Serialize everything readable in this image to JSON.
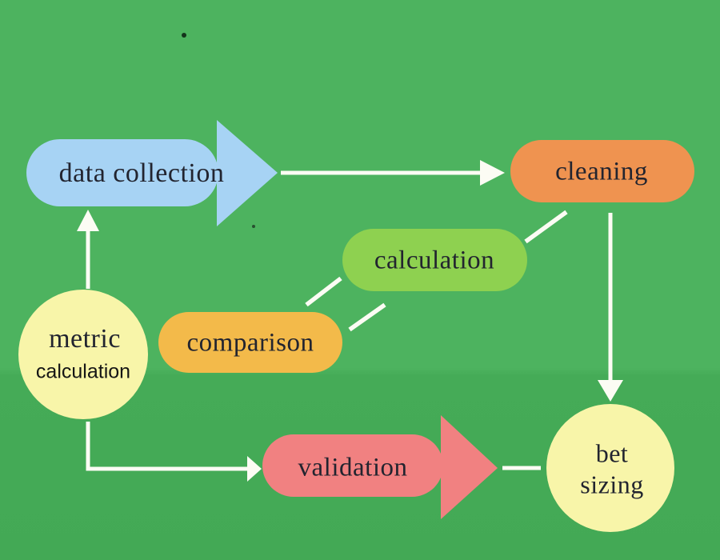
{
  "diagram": {
    "type": "flowchart",
    "background": {
      "top": "#4db35f",
      "bottom": "#43a955"
    },
    "connector_color": "#fcfcf4",
    "text_color": "#22242f",
    "nodes": {
      "data_collection": {
        "label": "data collection",
        "shape": "arrow-right",
        "fill": "#a7d3f4"
      },
      "cleaning": {
        "label": "cleaning",
        "shape": "pill",
        "fill": "#ef9350"
      },
      "calculation": {
        "label": "calculation",
        "shape": "pill",
        "fill": "#8ed150"
      },
      "comparison": {
        "label": "comparison",
        "shape": "pill",
        "fill": "#f3ba4a"
      },
      "metric_calculation": {
        "label_line1": "metric",
        "label_line2": "calculation",
        "shape": "circle",
        "fill": "#f8f5a9"
      },
      "validation": {
        "label": "validation",
        "shape": "arrow-right",
        "fill": "#f18181"
      },
      "bet_sizing": {
        "label_line1": "bet",
        "label_line2": "sizing",
        "shape": "circle",
        "fill": "#f8f5a9"
      }
    },
    "edges": [
      {
        "from": "data collection",
        "to": "cleaning",
        "style": "solid",
        "arrowhead": true
      },
      {
        "from": "metric calculation",
        "to": "data collection",
        "style": "solid",
        "arrowhead": true
      },
      {
        "from": "cleaning",
        "to": "bet sizing",
        "style": "solid",
        "arrowhead": true
      },
      {
        "from": "metric calculation",
        "to": "validation",
        "style": "solid",
        "arrowhead": true
      },
      {
        "from": "validation",
        "to": "bet sizing",
        "style": "solid",
        "arrowhead": false
      },
      {
        "from": "calculation",
        "to": "cleaning",
        "style": "dashed",
        "arrowhead": false
      },
      {
        "from": "comparison",
        "to": "calculation",
        "style": "dashed",
        "arrowhead": false
      }
    ]
  }
}
